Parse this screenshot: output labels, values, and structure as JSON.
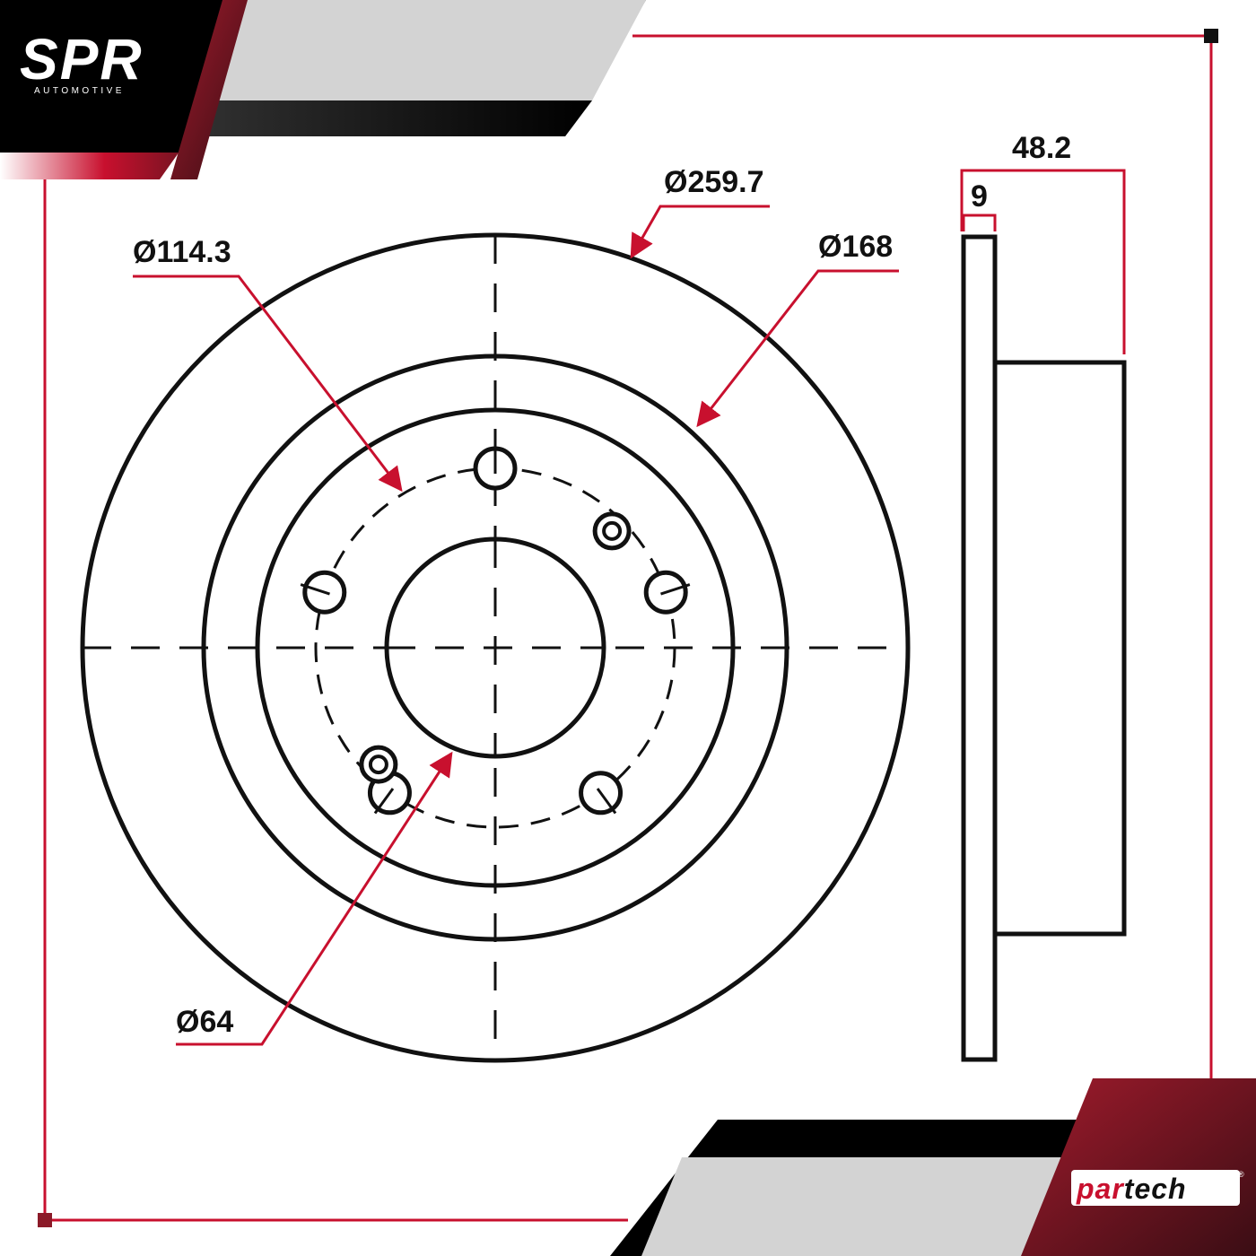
{
  "brand": {
    "name": "SPR",
    "tagline": "AUTOMOTIVE",
    "partner_left": "par",
    "partner_right": "tech",
    "partner_mark": "®"
  },
  "colors": {
    "accent_red": "#c8102e",
    "dark_red": "#8b1a28",
    "line_black": "#111111",
    "panel_gray": "#d3d3d3"
  },
  "dimensions": {
    "outer_diameter": "Ø259.7",
    "bolt_circle": "Ø114.3",
    "hat_diameter": "Ø168",
    "center_bore": "Ø64",
    "total_height": "48.2",
    "thickness": "9"
  }
}
